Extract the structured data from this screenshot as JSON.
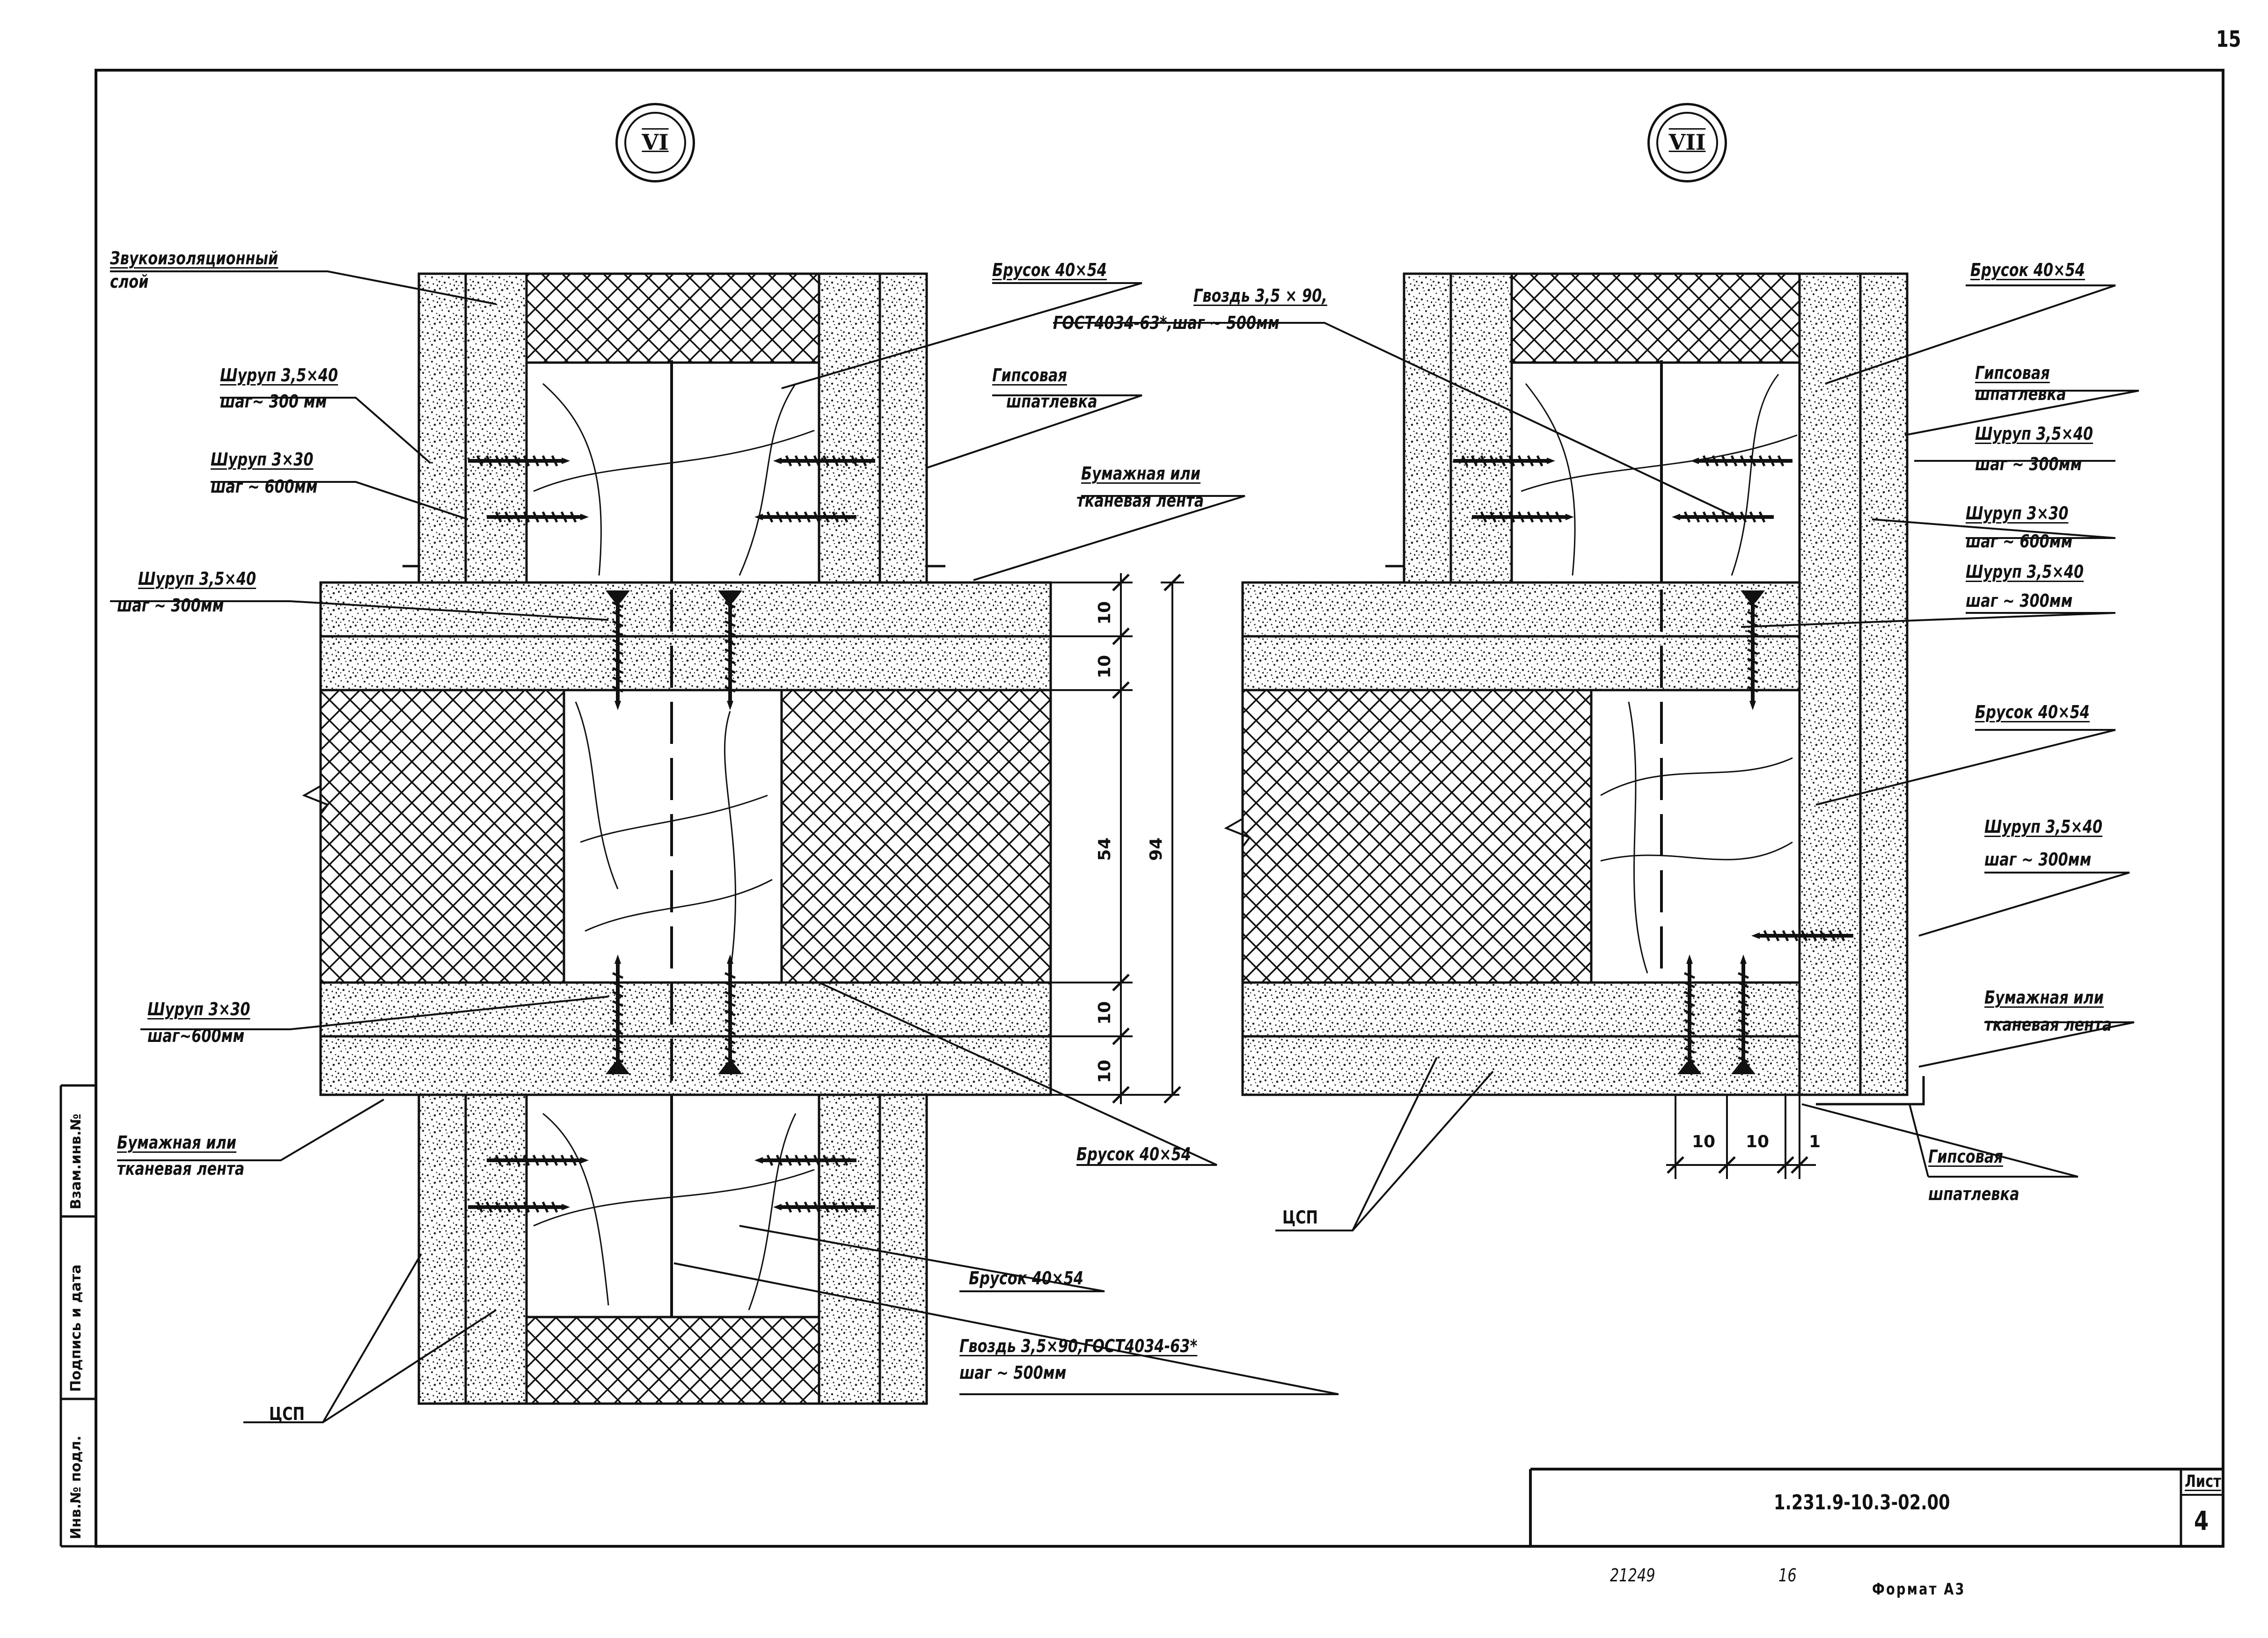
{
  "page_number": "15",
  "section_labels": {
    "left": "VI",
    "right": "VII"
  },
  "left_detail": {
    "zvuko_1": "Звукоизоляционный",
    "zvuko_2": "слой",
    "shurup_a_1": "Шуруп 3,5×40",
    "shurup_a_2": "шаг~ 300 мм",
    "shurup_b_1": "Шуруп 3×30",
    "shurup_b_2": "шаг ~ 600мм",
    "shurup_c_1": "Шуруп 3,5×40",
    "shurup_c_2": "шаг ~ 300мм",
    "shurup_d_1": "Шуруп 3×30",
    "shurup_d_2": "шаг~600мм",
    "lenta_b_1": "Бумажная или",
    "lenta_b_2": "тканевая лента",
    "csp": "ЦСП",
    "brusok_top": "Брусок 40×54",
    "gips_1": "Гипсовая",
    "gips_2": "шпатлевка",
    "lenta_t_1": "Бумажная или",
    "lenta_t_2": "тканевая лента",
    "brusok_mid": "Брусок 40×54",
    "brusok_low": "Брусок 40×54",
    "gvozd_1": "Гвоздь 3,5×90,ГОСТ4034-63*",
    "gvozd_2": "шаг ~ 500мм"
  },
  "right_detail": {
    "gvozd_1": "Гвоздь 3,5 × 90,",
    "gvozd_2": "ГОСТ4034-63*,шаг ~ 500мм",
    "brusok_1": "Брусок 40×54",
    "gips_1": "Гипсовая",
    "gips_2": "шпатлевка",
    "shurup_a_1": "Шуруп 3,5×40",
    "shurup_a_2": "шаг ~ 300мм",
    "shurup_b_1": "Шуруп 3×30",
    "shurup_b_2": "шаг ~ 600мм",
    "shurup_c_1": "Шуруп 3,5×40",
    "shurup_c_2": "шаг ~ 300мм",
    "brusok_2": "Брусок 40×54",
    "shurup_d_1": "Шуруп 3,5×40",
    "shurup_d_2": "шаг ~ 300мм",
    "lenta_1": "Бумажная или",
    "lenta_2": "тканевая лента",
    "gips_b_1": "Гипсовая",
    "gips_b_2": "шпатлевка",
    "csp": "ЦСП"
  },
  "dimensions": {
    "v10a": "10",
    "v10b": "10",
    "v54": "54",
    "v94": "94",
    "v10c": "10",
    "v10d": "10",
    "h10a": "10",
    "h10b": "10",
    "h1": "1"
  },
  "side_stamp": {
    "inv_podl": "Инв.№ подл.",
    "podpis": "Подпись и дата",
    "vzam": "Взам.инв.№"
  },
  "title_block": {
    "code": "1.231.9-10.3-02.00",
    "list_label": "Лист",
    "list_number": "4"
  },
  "footer": {
    "handwritten_1": "21249",
    "handwritten_2": "16",
    "format": "Формат А3"
  }
}
